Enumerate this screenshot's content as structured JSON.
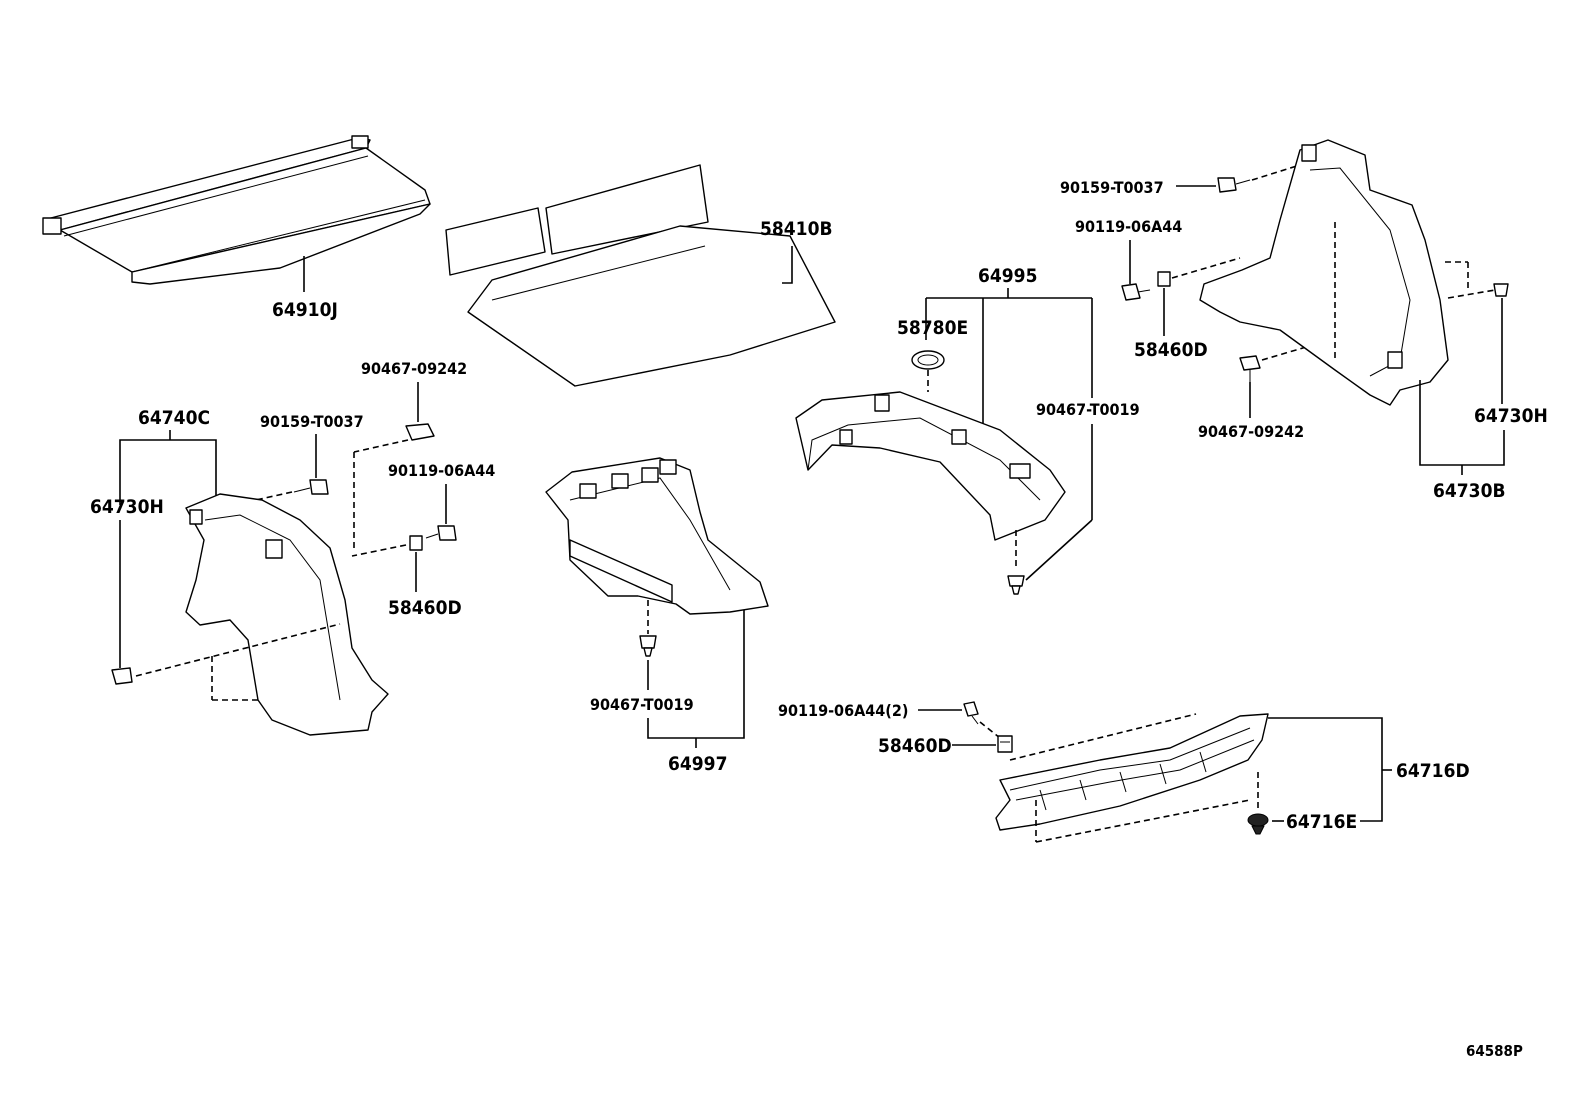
{
  "diagram": {
    "ref_code": "64588P",
    "labels": {
      "cover_64910J": "64910J",
      "mat_58410B": "58410B",
      "box_64995": "64995",
      "plug_58780E": "58780E",
      "clip_90467T0019_right": "90467-T0019",
      "bolt_90159T0037_right": "90159-T0037",
      "screw_90119_06A44_right": "90119-06A44",
      "nut_58460D_right": "58460D",
      "clip_90467_09242_right": "90467-09242",
      "trim_64730H_right": "64730H",
      "trim_64730B": "64730B",
      "clip_90467_09242_left": "90467-09242",
      "trim_64740C": "64740C",
      "bolt_90159T0037_left": "90159-T0037",
      "screw_90119_06A44_left": "90119-06A44",
      "trim_64730H_left": "64730H",
      "nut_58460D_left": "58460D",
      "clip_90467T0019_center": "90467-T0019",
      "tray_64997": "64997",
      "screw_90119_06A44_2": "90119-06A44(2)",
      "nut_58460D_bottom": "58460D",
      "plate_64716D": "64716D",
      "clip_64716E": "64716E"
    }
  }
}
